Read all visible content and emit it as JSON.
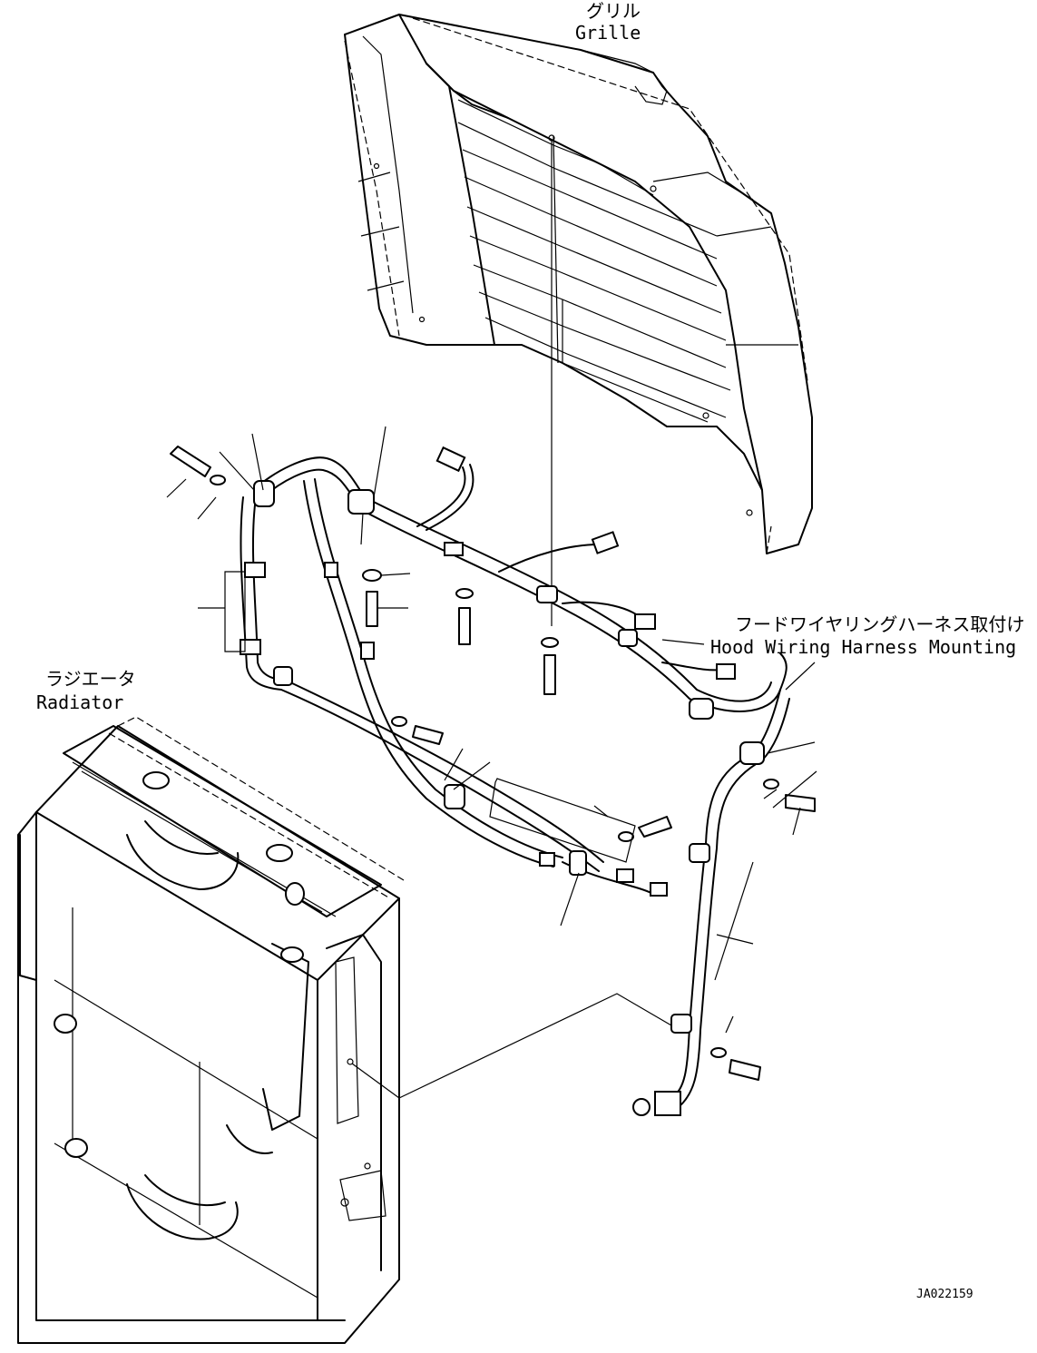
{
  "labels": {
    "grille_jp": "グリル",
    "grille_en": "Grille",
    "harness_jp": "フードワイヤリングハーネス取付け",
    "harness_en": "Hood Wiring Harness Mounting",
    "radiator_jp": "ラジエータ",
    "radiator_en": "Radiator",
    "drawing_code": "JA022159"
  }
}
